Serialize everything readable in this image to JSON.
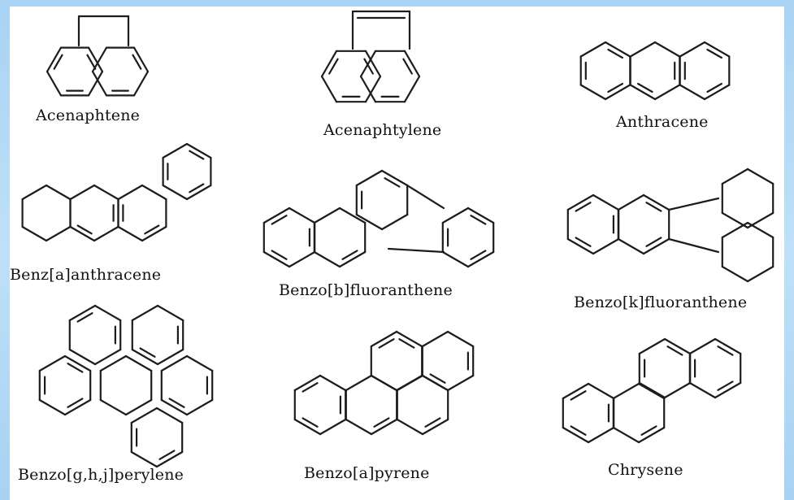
{
  "figure": {
    "compounds": [
      {
        "id": "acenaphtene",
        "name": "Acenaphtene"
      },
      {
        "id": "acenaphtylene",
        "name": "Acenaphtylene"
      },
      {
        "id": "anthracene",
        "name": "Anthracene"
      },
      {
        "id": "benz-a-anthracene",
        "name": "Benz[a]anthracene"
      },
      {
        "id": "benzo-b-fluoranthene",
        "name": "Benzo[b]fluoranthene"
      },
      {
        "id": "benzo-k-fluoranthene",
        "name": "Benzo[k]fluoranthene"
      },
      {
        "id": "benzo-ghi-perylene",
        "name": "Benzo[g,h,j]perylene"
      },
      {
        "id": "benzo-a-pyrene",
        "name": "Benzo[a]pyrene"
      },
      {
        "id": "chrysene",
        "name": "Chrysene"
      }
    ]
  },
  "colors": {
    "frame": "#a9d3f3",
    "background": "#ffffff",
    "ink": "#111111"
  }
}
